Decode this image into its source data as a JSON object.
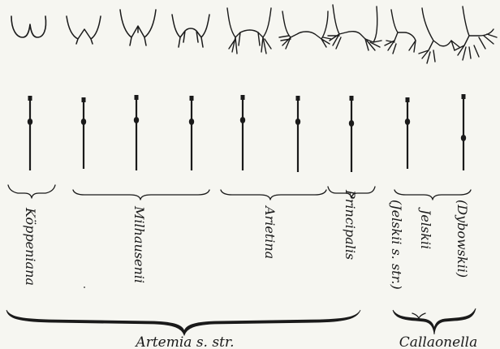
{
  "figure": {
    "specimens": [
      {
        "id": "s1",
        "tail": "plain"
      },
      {
        "id": "s2",
        "tail": "plain"
      },
      {
        "id": "s3",
        "tail": "plain"
      },
      {
        "id": "s4",
        "tail": "plain"
      },
      {
        "id": "s5",
        "tail": "setae"
      },
      {
        "id": "s6",
        "tail": "setae"
      },
      {
        "id": "s7",
        "tail": "setae"
      },
      {
        "id": "s8",
        "tail": "setae"
      },
      {
        "id": "s9",
        "tail": "setae"
      },
      {
        "id": "s10",
        "tail": "setae"
      }
    ],
    "groups": [
      {
        "key": "koppeniana",
        "label": "Köppeniana"
      },
      {
        "key": "milhausenii",
        "label": "Milhausenii"
      },
      {
        "key": "arietina",
        "label": "Arietina"
      },
      {
        "key": "principalis",
        "label": "Principalis"
      },
      {
        "key": "jelskii_s_str",
        "label": "(Jelskii s. str.)"
      },
      {
        "key": "jelskii",
        "label": "Jelskii"
      },
      {
        "key": "dybowskii",
        "label": "(Dybowskii)"
      }
    ],
    "genera": [
      {
        "key": "artemia",
        "label": "Artemia s. str."
      },
      {
        "key": "callaonella",
        "label": "Callaonella"
      }
    ]
  }
}
